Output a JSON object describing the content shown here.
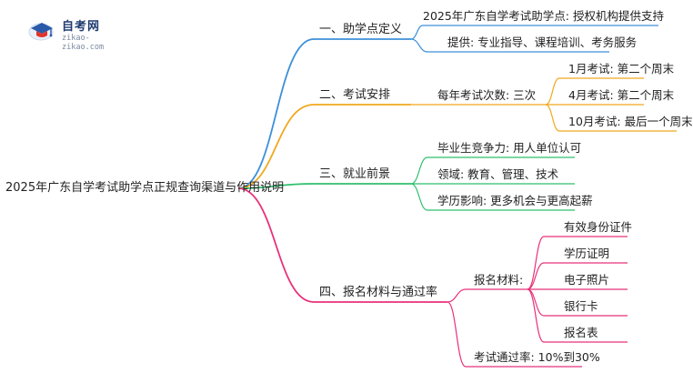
{
  "logo": {
    "title": "自考网",
    "url": "zikao-zikao.com"
  },
  "root": {
    "label": "2025年广东自学考试助学点正规查询渠道与作用说明"
  },
  "branches": [
    {
      "label": "一、助学点定义",
      "color": "#3d8fd9",
      "children": [
        {
          "label": "2025年广东自学考试助学点: 授权机构提供支持"
        },
        {
          "label": "提供: 专业指导、课程培训、考务服务"
        }
      ]
    },
    {
      "label": "二、考试安排",
      "color": "#f0a81c",
      "children": [
        {
          "label": "每年考试次数: 三次",
          "children": [
            {
              "label": "1月考试: 第二个周末"
            },
            {
              "label": "4月考试: 第二个周末"
            },
            {
              "label": "10月考试: 最后一个周末"
            }
          ]
        }
      ]
    },
    {
      "label": "三、就业前景",
      "color": "#2fbf6c",
      "children": [
        {
          "label": "毕业生竞争力: 用人单位认可"
        },
        {
          "label": "领域: 教育、管理、技术"
        },
        {
          "label": "学历影响: 更多机会与更高起薪"
        }
      ]
    },
    {
      "label": "四、报名材料与通过率",
      "color": "#e8317a",
      "children": [
        {
          "label": "报名材料:",
          "children": [
            {
              "label": "有效身份证件"
            },
            {
              "label": "学历证明"
            },
            {
              "label": "电子照片"
            },
            {
              "label": "银行卡"
            },
            {
              "label": "报名表"
            }
          ]
        },
        {
          "label": "考试通过率: 10%到30%"
        }
      ]
    }
  ]
}
